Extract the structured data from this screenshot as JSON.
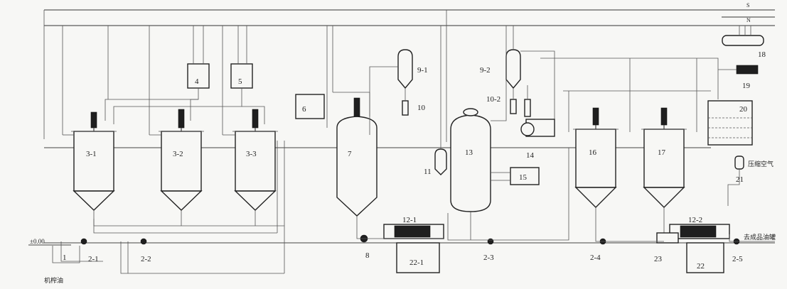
{
  "labels": {
    "n1": "1",
    "n2_1": "2-1",
    "n2_2": "2-2",
    "n2_3": "2-3",
    "n2_4": "2-4",
    "n2_5": "2-5",
    "n3_1": "3-1",
    "n3_2": "3-2",
    "n3_3": "3-3",
    "n4": "4",
    "n5": "5",
    "n6": "6",
    "n7": "7",
    "n8": "8",
    "n9_1": "9-1",
    "n9_2": "9-2",
    "n10": "10",
    "n10_2": "10-2",
    "n11": "11",
    "n12_1": "12-1",
    "n12_2": "12-2",
    "n13": "13",
    "n14": "14",
    "n15": "15",
    "n16": "16",
    "n17": "17",
    "n18": "18",
    "n19": "19",
    "n20": "20",
    "n21": "21",
    "n22_1": "22-1",
    "n22": "22",
    "n23": "23",
    "line_s": "S",
    "line_n": "N",
    "elevation": "±0.00",
    "crude_oil": "机榨油",
    "compressed_air": "压缩空气",
    "to_product_tank": "去成品油罐"
  }
}
